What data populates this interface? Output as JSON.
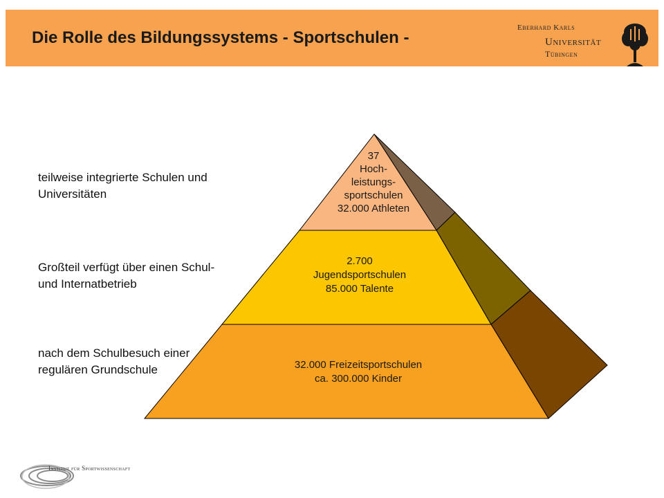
{
  "header": {
    "title": "Die Rolle des Bildungssystems - Sportschulen -",
    "university": {
      "line1": "Eberhard Karls",
      "line2": "Universität",
      "line3": "Tübingen"
    }
  },
  "side_labels": [
    {
      "text": "teilweise integrierte Schulen und Universitäten"
    },
    {
      "text": "Großteil verfügt über einen Schul- und Internatbetrieb"
    },
    {
      "text": "nach dem Schulbesuch einer regulären Grundschule"
    }
  ],
  "pyramid": {
    "tiers": [
      {
        "lines": [
          "37",
          "Hoch-",
          "leistungs-",
          "sportschulen",
          "32.000 Athleten"
        ],
        "color": "#f9b681",
        "side_color": "#7b6048"
      },
      {
        "lines": [
          "2.700",
          "Jugendsportschulen",
          "85.000 Talente"
        ],
        "color": "#fcc600",
        "side_color": "#7c6300"
      },
      {
        "lines": [
          "32.000 Freizeitsportschulen",
          "ca. 300.000 Kinder"
        ],
        "color": "#f8a020",
        "side_color": "#7a4500"
      }
    ]
  },
  "footer": {
    "institute": "Institut für Sportwissenschaft"
  },
  "colors": {
    "header_bg": "#f7a24f",
    "outline": "#000000"
  }
}
